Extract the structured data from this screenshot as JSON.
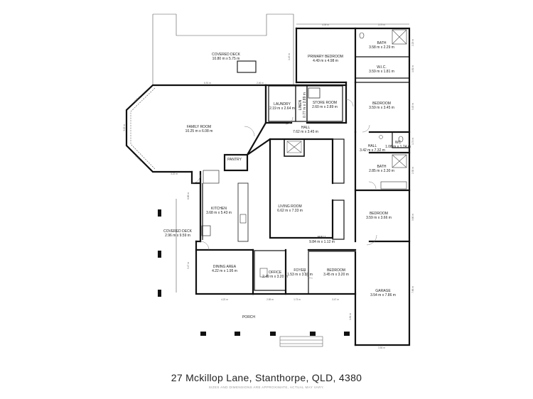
{
  "address": "27 Mckillop Lane, Stanthorpe, QLD, 4380",
  "disclaimer": "SIZES AND DIMENSIONS ARE APPROXIMATE, ACTUAL MAY VARY.",
  "rooms": {
    "covered_deck_top": {
      "name": "COVERED DECK",
      "size": "10.80 m x 5.75 m"
    },
    "primary_bedroom": {
      "name": "PRIMARY BEDROOM",
      "size": "4.49 m x 4.98 m"
    },
    "bath_top": {
      "name": "BATH",
      "size": "3.58 m x 2.29 m"
    },
    "wic": {
      "name": "W.I.C.",
      "size": "3.59 m x 1.81 m"
    },
    "laundry": {
      "name": "LAUNDRY",
      "size": "2.19 m x 2.64 m"
    },
    "linen": {
      "name": "LINEN",
      "size": "0.77 m x 2.89 m"
    },
    "store_room": {
      "name": "STORE ROOM",
      "size": "2.60 m x 2.89 m"
    },
    "bedroom_1": {
      "name": "BEDROOM",
      "size": "3.59 m x 3.45 m"
    },
    "family_room": {
      "name": "FAMILY ROOM",
      "size": "10.25 m x 6.08 m"
    },
    "hall_top": {
      "name": "HALL",
      "size": "7.62 m x 3.45 m"
    },
    "hall_right": {
      "name": "HALL",
      "size": "3.42 m x 7.32 m"
    },
    "wc": {
      "name": "WC",
      "size": "1.08 m x 1.74 m"
    },
    "pantry": {
      "name": "PANTRY",
      "size": ""
    },
    "bath_mid": {
      "name": "BATH",
      "size": "2.85 m x 2.30 m"
    },
    "kitchen": {
      "name": "KITCHEN",
      "size": "3.68 m x 5.43 m"
    },
    "living_room": {
      "name": "LIVING ROOM",
      "size": "6.62 m x 7.33 m"
    },
    "bedroom_2": {
      "name": "BEDROOM",
      "size": "3.59 m x 3.66 m"
    },
    "covered_deck_left": {
      "name": "COVERED DECK",
      "size": "2.96 m x 9.59 m"
    },
    "hall_bottom": {
      "name": "HALL",
      "size": "9.84 m x 1.12 m"
    },
    "dining_area": {
      "name": "DINING AREA",
      "size": "4.22 m x 1.95 m"
    },
    "office": {
      "name": "OFFICE",
      "size": "2.49 m x 3.20 m"
    },
    "foyer": {
      "name": "FOYER",
      "size": "1.53 m x 3.30 m"
    },
    "bedroom_3": {
      "name": "BEDROOM",
      "size": "3.45 m x 3.20 m"
    },
    "garage": {
      "name": "GARAGE",
      "size": "3.54 m x 7.86 m"
    },
    "porch": {
      "name": "PORCH",
      "size": ""
    }
  },
  "dimensions": {
    "d_top_1": "4.09 m",
    "d_top_2": "3.79 m",
    "d_bath_r": "2.29 m",
    "d_wic_r": "1.81 m",
    "d_bed1_r": "3.45 m",
    "d_wc_r": "1.74 m",
    "d_bath2_r": "2.30 m",
    "d_bed2_r": "3.66 m",
    "d_garage_r": "7.86 m",
    "d_deck_w": "6.91 m",
    "d_deck_w2": "2.46 m",
    "d_fam_l": "3.02 m",
    "d_fam_bot": "3.22 m",
    "d_kit_l": "6.88 m",
    "d_dining_l": "3.47 m",
    "d_bot_1": "4.22 m",
    "d_bot_2": "2.59 m",
    "d_bot_3": "1.73 m",
    "d_bot_4": "3.47 m",
    "d_garage_b": "3.54 m",
    "d_porch_r": "1.84 m",
    "d_deck_l": "1.49 m",
    "d_bay_1": "1.81 m",
    "d_bay_2": "1.71 m"
  }
}
